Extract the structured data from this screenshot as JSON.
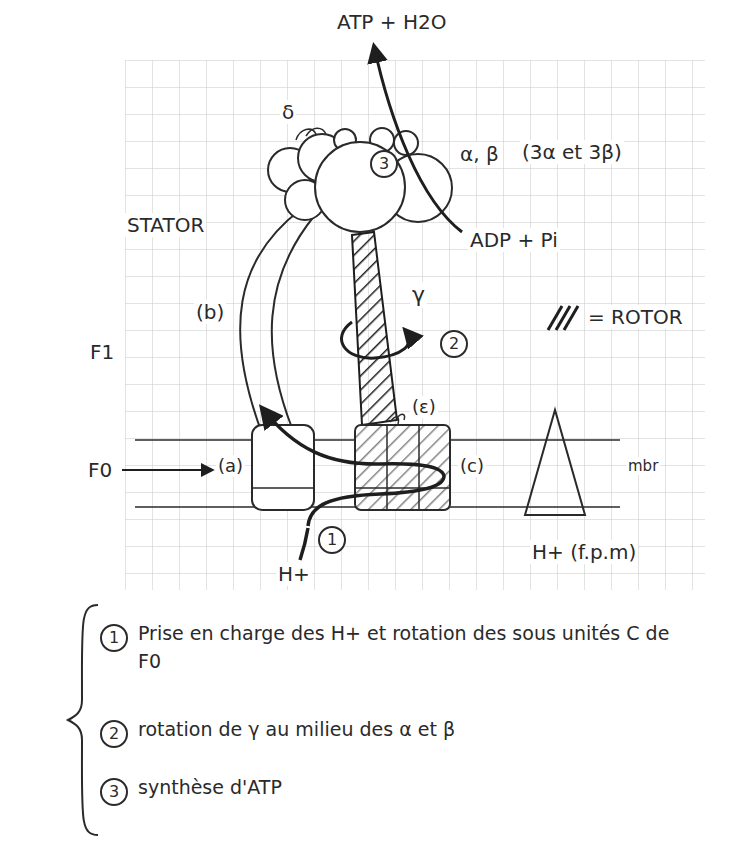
{
  "diagram": {
    "labels": [
      "ATP + H2O",
      "δ",
      "3",
      "α, β",
      "(3α et 3β)",
      "ADP + Pi",
      "STATOR",
      "(b)",
      "γ",
      "2",
      "F1",
      "(ε)",
      "F0",
      "(a)",
      "(c)",
      "mbr",
      "H+ (f.p.m)",
      "1",
      "H+",
      "1",
      "Prise en charge des H+ et rotation des sous unités C de F0",
      "2",
      "rotation de γ au milieu des α et β",
      "3",
      "synthèse d'ATP"
    ],
    "legend": [
      {
        "text": "= ROTOR"
      }
    ]
  }
}
